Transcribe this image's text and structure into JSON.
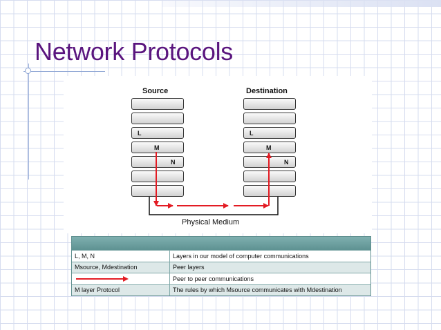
{
  "slide": {
    "title": "Network Protocols"
  },
  "diagram": {
    "source_label": "Source",
    "destination_label": "Destination",
    "medium_label": "Physical Medium",
    "source_layers": [
      "",
      "",
      "L",
      "M",
      "N",
      "",
      ""
    ],
    "destination_layers": [
      "",
      "",
      "L",
      "M",
      "N",
      "",
      ""
    ]
  },
  "legend": {
    "rows": [
      {
        "term": "L, M, N",
        "meaning": "Layers in our model of computer communications"
      },
      {
        "term": "Msource, Mdestination",
        "meaning": "Peer layers"
      },
      {
        "term": "",
        "meaning": "Peer to peer communications",
        "term_icon": "red-arrow"
      },
      {
        "term": "M layer Protocol",
        "meaning": "The rules by which Msource communicates with Mdestination"
      }
    ]
  },
  "colors": {
    "title": "#5a157e",
    "arrow": "#e31b23",
    "legend_header": "#6a9c9c",
    "grid": "#d6dcef"
  }
}
